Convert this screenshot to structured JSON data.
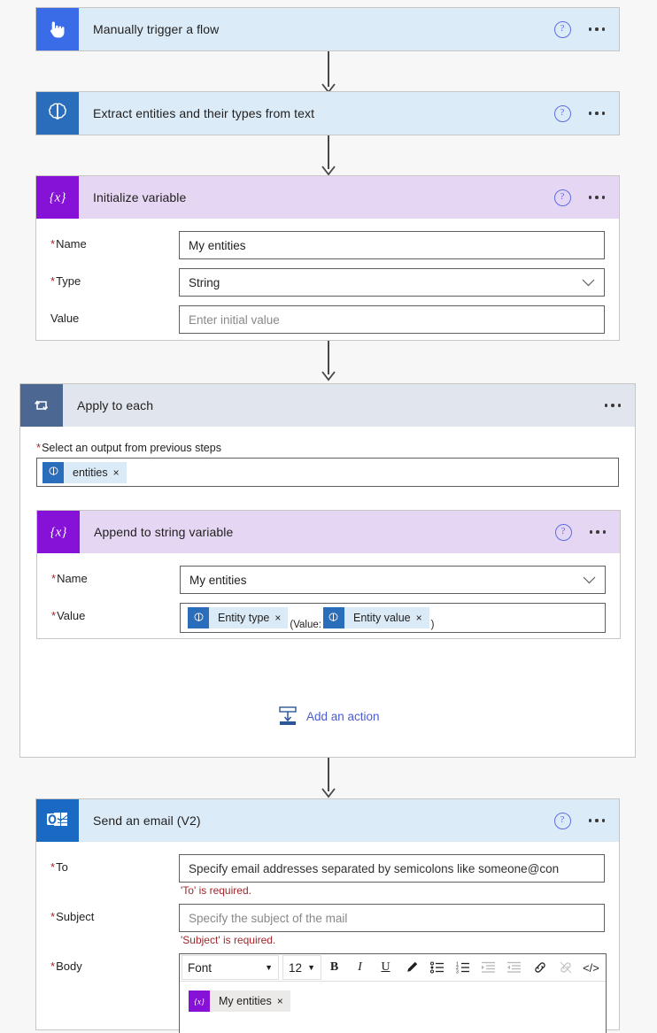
{
  "flow": {
    "steps": [
      {
        "id": "trigger",
        "title": "Manually trigger a flow",
        "icon": "hand-pointer-icon",
        "header_tint": "#dcebf8",
        "tile_color": "#3b6ce8"
      },
      {
        "id": "extract-entities",
        "title": "Extract entities and their types from text",
        "icon": "ai-builder-brain-icon",
        "header_tint": "#dcebf8",
        "tile_color": "#2a6ebb"
      },
      {
        "id": "initialize-variable",
        "title": "Initialize variable",
        "icon": "variable-braces-icon",
        "header_tint": "#e5d7f3",
        "tile_color": "#8512d6",
        "fields": {
          "name": {
            "label": "Name",
            "required": true,
            "value": "My entities"
          },
          "type": {
            "label": "Type",
            "required": true,
            "value": "String"
          },
          "value": {
            "label": "Value",
            "required": false,
            "placeholder": "Enter initial value"
          }
        }
      },
      {
        "id": "apply-to-each",
        "title": "Apply to each",
        "icon": "loop-repeat-icon",
        "header_tint": "#e1e5ee",
        "tile_color": "#4b6792",
        "select_output": {
          "label": "Select an output from previous steps",
          "required": true,
          "token": {
            "label": "entities",
            "icon": "ai-builder-brain-icon",
            "remove": "×"
          }
        },
        "add_action": {
          "label": "Add an action",
          "icon": "add-action-icon"
        }
      },
      {
        "id": "append-to-string-variable",
        "title": "Append to string variable",
        "icon": "variable-braces-icon",
        "header_tint": "#e5d7f3",
        "tile_color": "#8512d6",
        "fields": {
          "name": {
            "label": "Name",
            "required": true,
            "value": "My entities"
          },
          "value": {
            "label": "Value",
            "required": true,
            "tokens": [
              {
                "label": "Entity type",
                "icon": "ai-builder-brain-icon",
                "remove": "×"
              },
              {
                "label": "Entity value",
                "icon": "ai-builder-brain-icon",
                "remove": "×"
              }
            ],
            "text_before_second": "(Value:",
            "text_after": ")"
          }
        }
      },
      {
        "id": "send-an-email",
        "title": "Send an email (V2)",
        "icon": "outlook-icon",
        "header_tint": "#dcebf8",
        "tile_color": "#1a6ac4",
        "fields": {
          "to": {
            "label": "To",
            "required": true,
            "placeholder": "Specify email addresses separated by semicolons like someone@con",
            "error": "'To' is required."
          },
          "subject": {
            "label": "Subject",
            "required": true,
            "placeholder": "Specify the subject of the mail",
            "error": "'Subject' is required."
          },
          "body": {
            "label": "Body",
            "required": true,
            "toolbar": {
              "font_label": "Font",
              "size_label": "12",
              "bold": "B",
              "italic": "I",
              "underline": "U",
              "pen": "highlight-pen-icon",
              "bulleted_list": "bulleted-list-icon",
              "numbered_list": "numbered-list-icon",
              "indent": "indent-icon",
              "outdent": "outdent-icon",
              "link": "link-icon",
              "unlink": "unlink-icon",
              "code": "</>"
            },
            "token": {
              "label": "My entities",
              "icon": "variable-braces-icon",
              "remove": "×"
            }
          }
        }
      }
    ],
    "help_icon_label": "?",
    "required_marker": "*"
  },
  "colors": {
    "canvas": "#f7f7f7",
    "card_border": "#c8c6c4",
    "trigger_blue": "#3b6ce8",
    "ai_blue": "#2a6ebb",
    "variable_purple": "#8512d6",
    "loop_slate": "#4b6792",
    "outlook_blue": "#1a6ac4",
    "token_blue_bg": "#dbeaf7",
    "token_grey_bg": "#eceae9",
    "error_red": "#a4262c",
    "link_blue": "#4a5bd0"
  }
}
